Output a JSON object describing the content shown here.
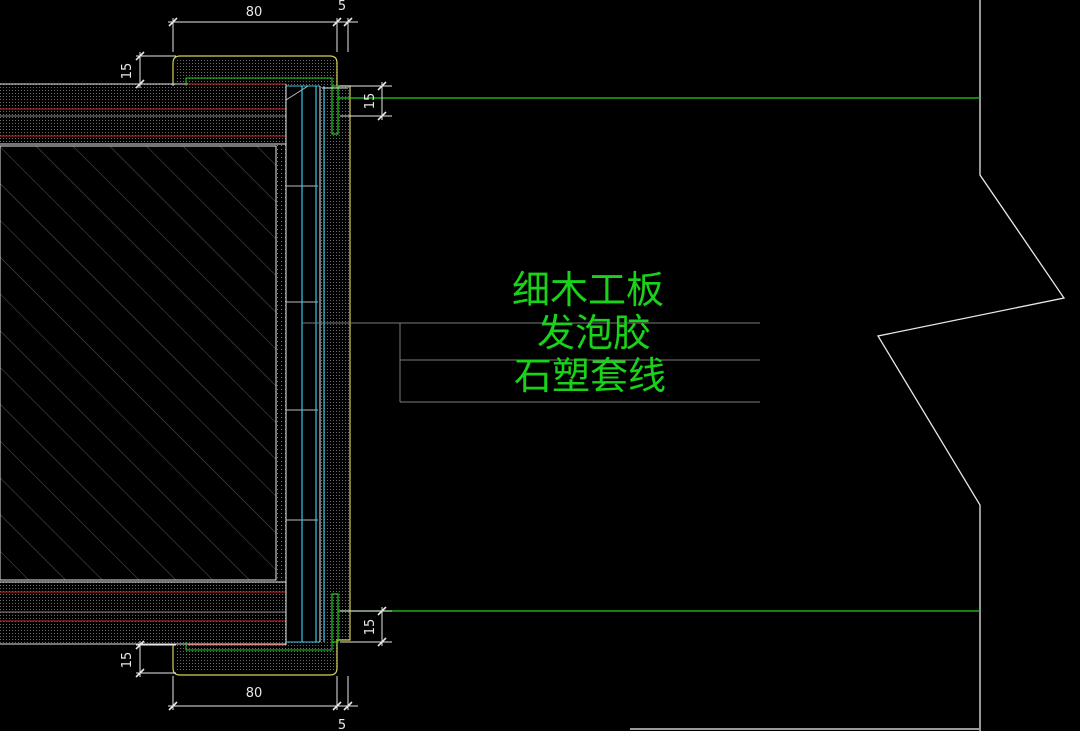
{
  "drawing": {
    "dimensions": {
      "top_width": "80",
      "top_gap": "5",
      "top_left_height": "15",
      "top_right_height": "15",
      "bottom_left_height": "15",
      "bottom_right_height": "15",
      "bottom_width": "80",
      "bottom_gap": "5"
    },
    "labels": {
      "line1": "细木工板",
      "line2": "发泡胶",
      "line3": "石塑套线"
    },
    "colors": {
      "background": "#000000",
      "green": "#19d219",
      "cyan": "#35c9e6",
      "yellow": "#d6cf5a",
      "red": "#d02626",
      "white": "#e8e8e8",
      "gray": "#7d7d7d",
      "hatch": "#5e5e5e"
    }
  }
}
